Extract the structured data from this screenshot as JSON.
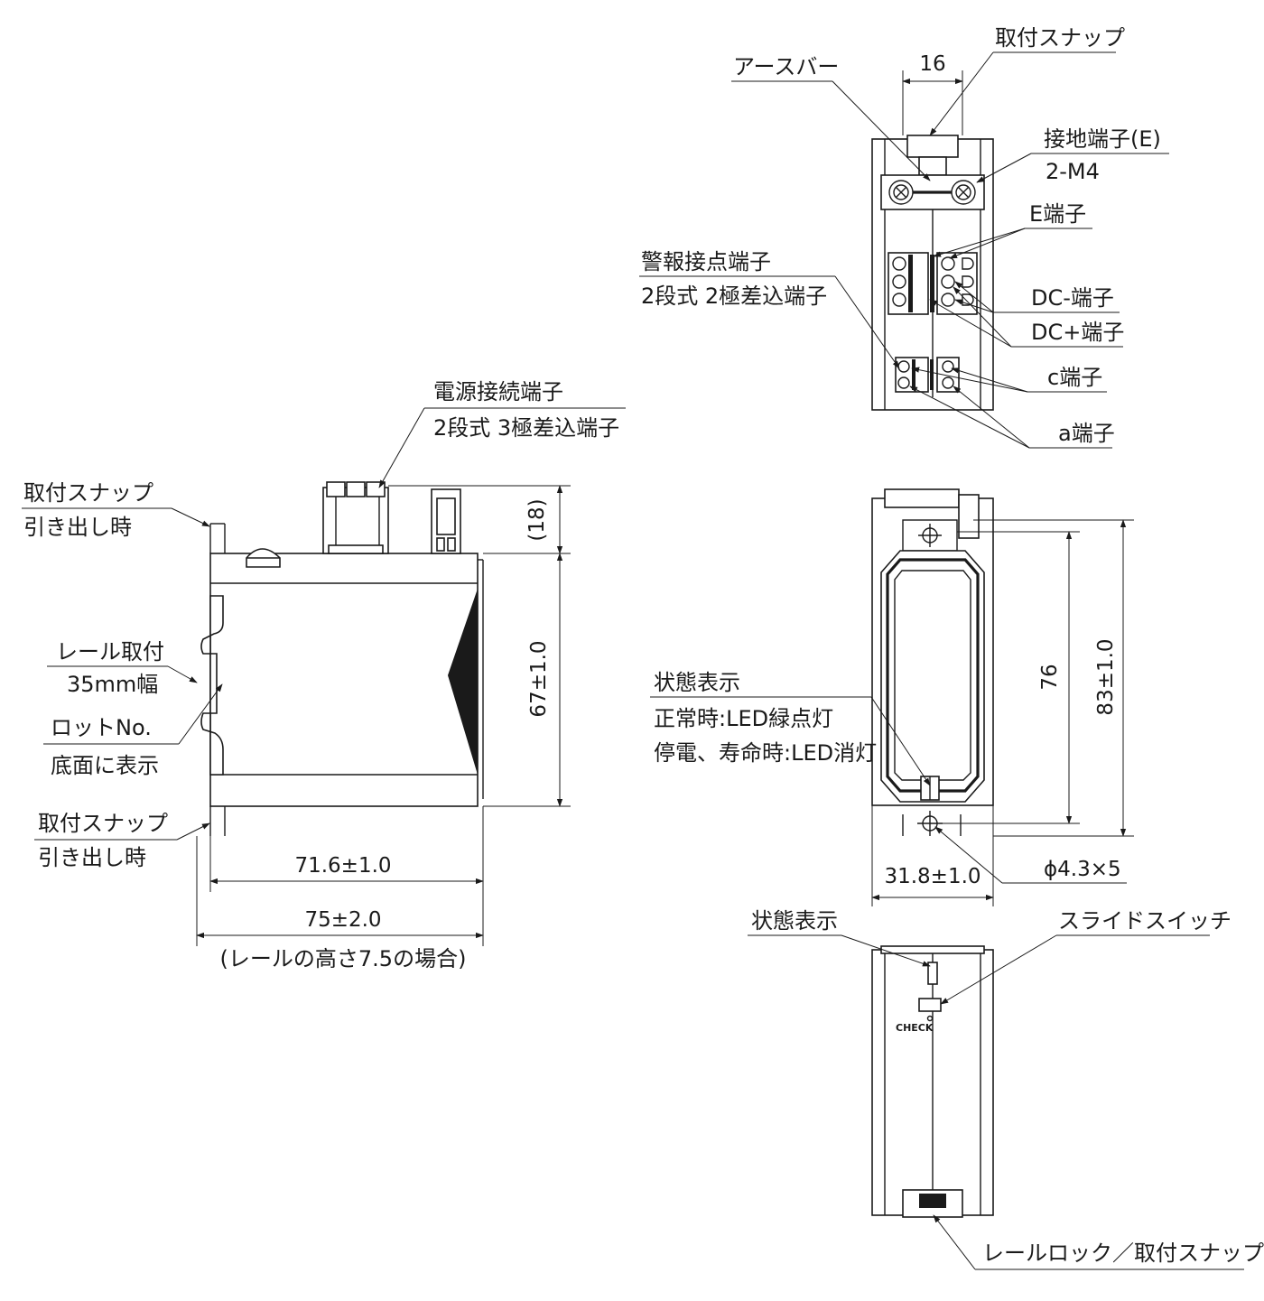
{
  "top_view": {
    "earth_bar": "アースバー",
    "mount_snap": "取付スナップ",
    "width_dim": "16",
    "ground_terminal": "接地端子(E)",
    "ground_screws": "2-M4",
    "e_terminal": "E端子",
    "alarm_terminal_1": "警報接点端子",
    "alarm_terminal_2": "2段式 2極差込端子",
    "dc_minus": "DC-端子",
    "dc_plus": "DC+端子",
    "c_terminal": "c端子",
    "a_terminal": "a端子"
  },
  "side_view": {
    "power_terminal_1": "電源接続端子",
    "power_terminal_2": "2段式 3極差込端子",
    "snap_top_1": "取付スナップ",
    "snap_top_2": "引き出し時",
    "rail_mount_1": "レール取付",
    "rail_mount_2": "35mm幅",
    "lot_no_1": "ロットNo.",
    "lot_no_2": "底面に表示",
    "snap_bottom_1": "取付スナップ",
    "snap_bottom_2": "引き出し時",
    "dim_18": "(18)",
    "dim_67": "67±1.0",
    "dim_71": "71.6±1.0",
    "dim_75": "75±2.0",
    "rail_note": "(レールの高さ7.5の場合)"
  },
  "front_view": {
    "status_1": "状態表示",
    "status_2": "正常時:LED緑点灯",
    "status_3": "停電、寿命時:LED消灯",
    "dim_76": "76",
    "dim_83": "83±1.0",
    "dim_31": "31.8±1.0",
    "hole_dim": "ϕ4.3×5"
  },
  "bottom_view": {
    "status": "状態表示",
    "slide_switch": "スライドスイッチ",
    "check_mark": "CHECK",
    "rail_lock": "レールロック／取付スナップ"
  }
}
